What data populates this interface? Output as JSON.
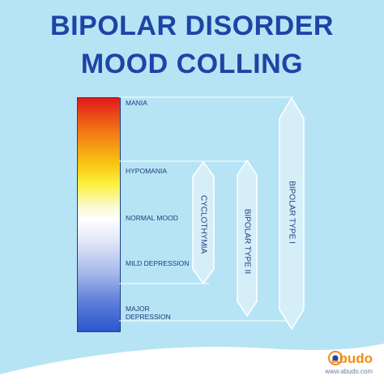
{
  "title": {
    "line1": "BIPOLAR DISORDER",
    "line2": "MOOD COLLING"
  },
  "levels": [
    {
      "label": "MANIA"
    },
    {
      "label": "HYPOMANIA"
    },
    {
      "label": "NORMAL MOOD"
    },
    {
      "label": "MILD DEPRESSION"
    },
    {
      "label": "MAJOR DEPRESSION"
    }
  ],
  "stages": {
    "cyclothymia": "CYCLOTHYMIA",
    "bipolar2": "BIPOLAR TYPE II",
    "bipolar1": "BIPOLAR TYPE I"
  },
  "brand": {
    "logo_text": "abudo",
    "url": "www.abudo.com"
  },
  "colors": {
    "title": "#1d44a6",
    "accent": "#f08c1c",
    "background": "#b6e4f4"
  }
}
